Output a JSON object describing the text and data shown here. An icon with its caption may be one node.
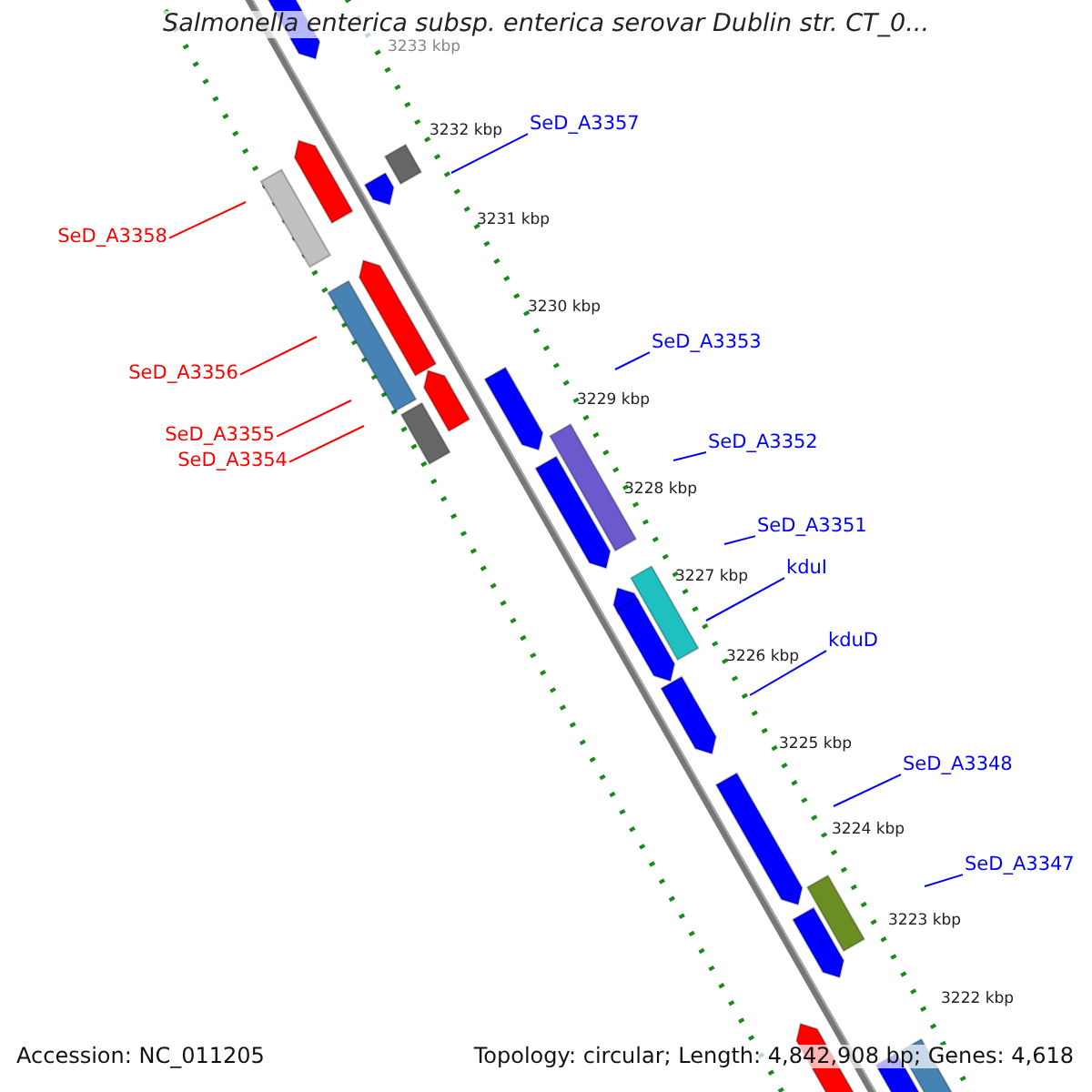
{
  "diagram": {
    "title": "Salmonella enterica subsp. enterica serovar Dublin str. CT_0...",
    "nodes": [
      {
        "text": [
          "SeD_A3357"
        ]
      },
      {
        "text": [
          "SeD_A3358"
        ]
      },
      {
        "text": [
          "SeD_A3353"
        ]
      },
      {
        "text": [
          "SeD_A3356"
        ]
      },
      {
        "text": [
          "SeD_A3355"
        ]
      },
      {
        "text": [
          "SeD_A3352"
        ]
      },
      {
        "text": [
          "SeD_A3354"
        ]
      },
      {
        "text": [
          "SeD_A3351"
        ]
      },
      {
        "text": [
          "kduI"
        ]
      },
      {
        "text": [
          "kduD"
        ]
      },
      {
        "text": [
          "SeD_A3348"
        ]
      },
      {
        "text": [
          "SeD_A3347"
        ]
      }
    ],
    "edges": [
      {
        "from": 0,
        "to": null,
        "arrow": "none"
      },
      {
        "from": 1,
        "to": null,
        "arrow": "none",
        "color": "#ff0000"
      },
      {
        "from": 2,
        "to": null,
        "arrow": "none"
      },
      {
        "from": 3,
        "to": null,
        "arrow": "none",
        "color": "#ff0000"
      },
      {
        "from": 4,
        "to": null,
        "arrow": "none",
        "color": "#ff0000"
      },
      {
        "from": 5,
        "to": null,
        "arrow": "none"
      },
      {
        "from": 6,
        "to": null,
        "arrow": "none",
        "color": "#ff0000"
      },
      {
        "from": 7,
        "to": null,
        "arrow": "none"
      },
      {
        "from": 8,
        "to": null,
        "arrow": "none"
      },
      {
        "from": 9,
        "to": null,
        "arrow": "none"
      },
      {
        "from": 10,
        "to": null,
        "arrow": "none"
      },
      {
        "from": 11,
        "to": null,
        "arrow": "none"
      }
    ],
    "labels": [
      "3233 kbp",
      "3232 kbp",
      "3231 kbp",
      "3230 kbp",
      "3229 kbp",
      "3228 kbp",
      "3227 kbp",
      "3226 kbp",
      "3225 kbp",
      "3224 kbp",
      "3223 kbp",
      "3222 kbp",
      "Accession: NC_011205",
      "Topology: circular; Length: 4,842,908 bp; Genes: 4,618"
    ]
  }
}
